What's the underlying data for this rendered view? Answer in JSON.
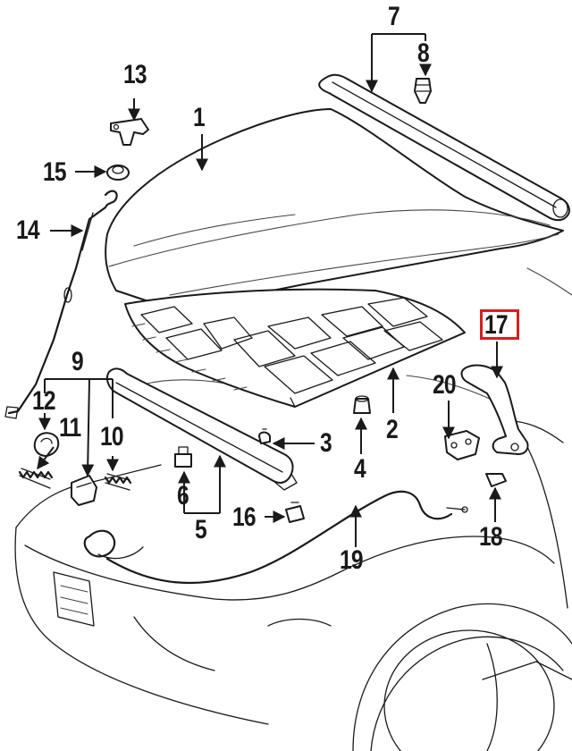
{
  "callouts": [
    {
      "id": "label-1",
      "text": "1"
    },
    {
      "id": "label-2",
      "text": "2"
    },
    {
      "id": "label-3",
      "text": "3"
    },
    {
      "id": "label-4",
      "text": "4"
    },
    {
      "id": "label-5",
      "text": "5"
    },
    {
      "id": "label-6",
      "text": "6"
    },
    {
      "id": "label-7",
      "text": "7"
    },
    {
      "id": "label-8",
      "text": "8"
    },
    {
      "id": "label-9",
      "text": "9"
    },
    {
      "id": "label-10",
      "text": "10"
    },
    {
      "id": "label-11",
      "text": "11"
    },
    {
      "id": "label-12",
      "text": "12"
    },
    {
      "id": "label-13",
      "text": "13"
    },
    {
      "id": "label-14",
      "text": "14"
    },
    {
      "id": "label-15",
      "text": "15"
    },
    {
      "id": "label-16",
      "text": "16"
    },
    {
      "id": "label-17",
      "text": "17"
    },
    {
      "id": "label-18",
      "text": "18"
    },
    {
      "id": "label-19",
      "text": "19"
    },
    {
      "id": "label-20",
      "text": "20"
    }
  ],
  "highlighted_callout": "17",
  "colors": {
    "line": "#1a1a1a",
    "highlight_box": "#d6201e",
    "background": "#ffffff"
  }
}
